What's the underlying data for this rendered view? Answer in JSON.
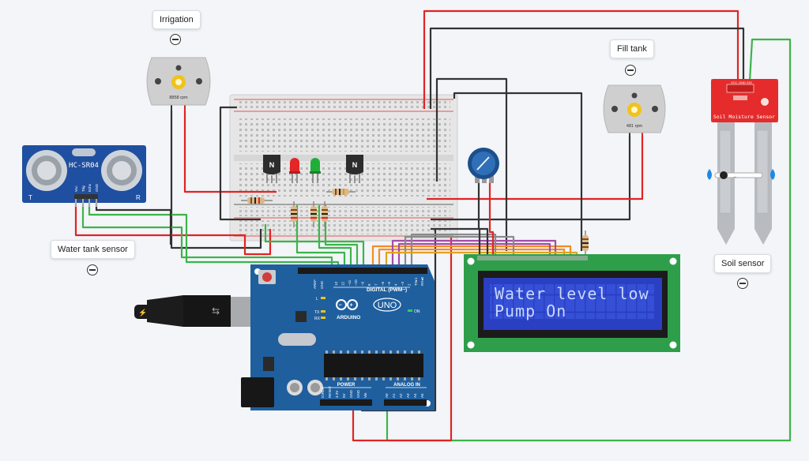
{
  "callouts": {
    "irrigation": "Irrigation",
    "fill_tank": "Fill tank",
    "water_tank_sensor": "Water tank sensor",
    "soil_sensor": "Soil sensor"
  },
  "motors": {
    "irrigation_rpm": "8858 rpm",
    "fill_tank_rpm": "481 rpm"
  },
  "ultrasonic": {
    "model": "HC-SR04",
    "pins": [
      "Vcc",
      "Trig",
      "Echo",
      "GND"
    ],
    "t": "T",
    "r": "R"
  },
  "soil_module": {
    "title": "Soil Moisture Sensor",
    "pins": [
      "VCC",
      "GND",
      "SIG"
    ]
  },
  "transistor_label": "N",
  "lcd": {
    "line1": "Water level low",
    "line2": "Pump On"
  },
  "arduino": {
    "logo": "UNO",
    "brand": "ARDUINO",
    "digital_label": "DIGITAL (PWM~)",
    "power_label": "POWER",
    "analog_label": "ANALOG IN",
    "on_label": "ON",
    "l_label": "L",
    "tx_label": "TX",
    "rx_label": "RX",
    "aref": "AREF",
    "gnd": "GND",
    "digital_pins": [
      "13",
      "12",
      "~11",
      "~10",
      "~9",
      "8",
      "7",
      "~6",
      "~5",
      "4",
      "~3",
      "2",
      "TX▸1",
      "RX◂0"
    ],
    "power_pins": [
      "IOREF",
      "RESET",
      "3.3V",
      "5V",
      "GND",
      "GND",
      "Vin"
    ],
    "analog_pins": [
      "A0",
      "A1",
      "A2",
      "A3",
      "A4",
      "A5"
    ]
  },
  "colors": {
    "wire_red": "#e02424",
    "wire_black": "#333333",
    "wire_green": "#3cb44b",
    "wire_orange": "#f28c28",
    "wire_purple": "#a64ca6",
    "wire_gray": "#8a8a8a",
    "board_blue": "#1f5f9e",
    "lcd_pcb": "#2e9e4a",
    "lcd_screen": "#2a3fc2",
    "soil_red": "#e52b2b"
  }
}
